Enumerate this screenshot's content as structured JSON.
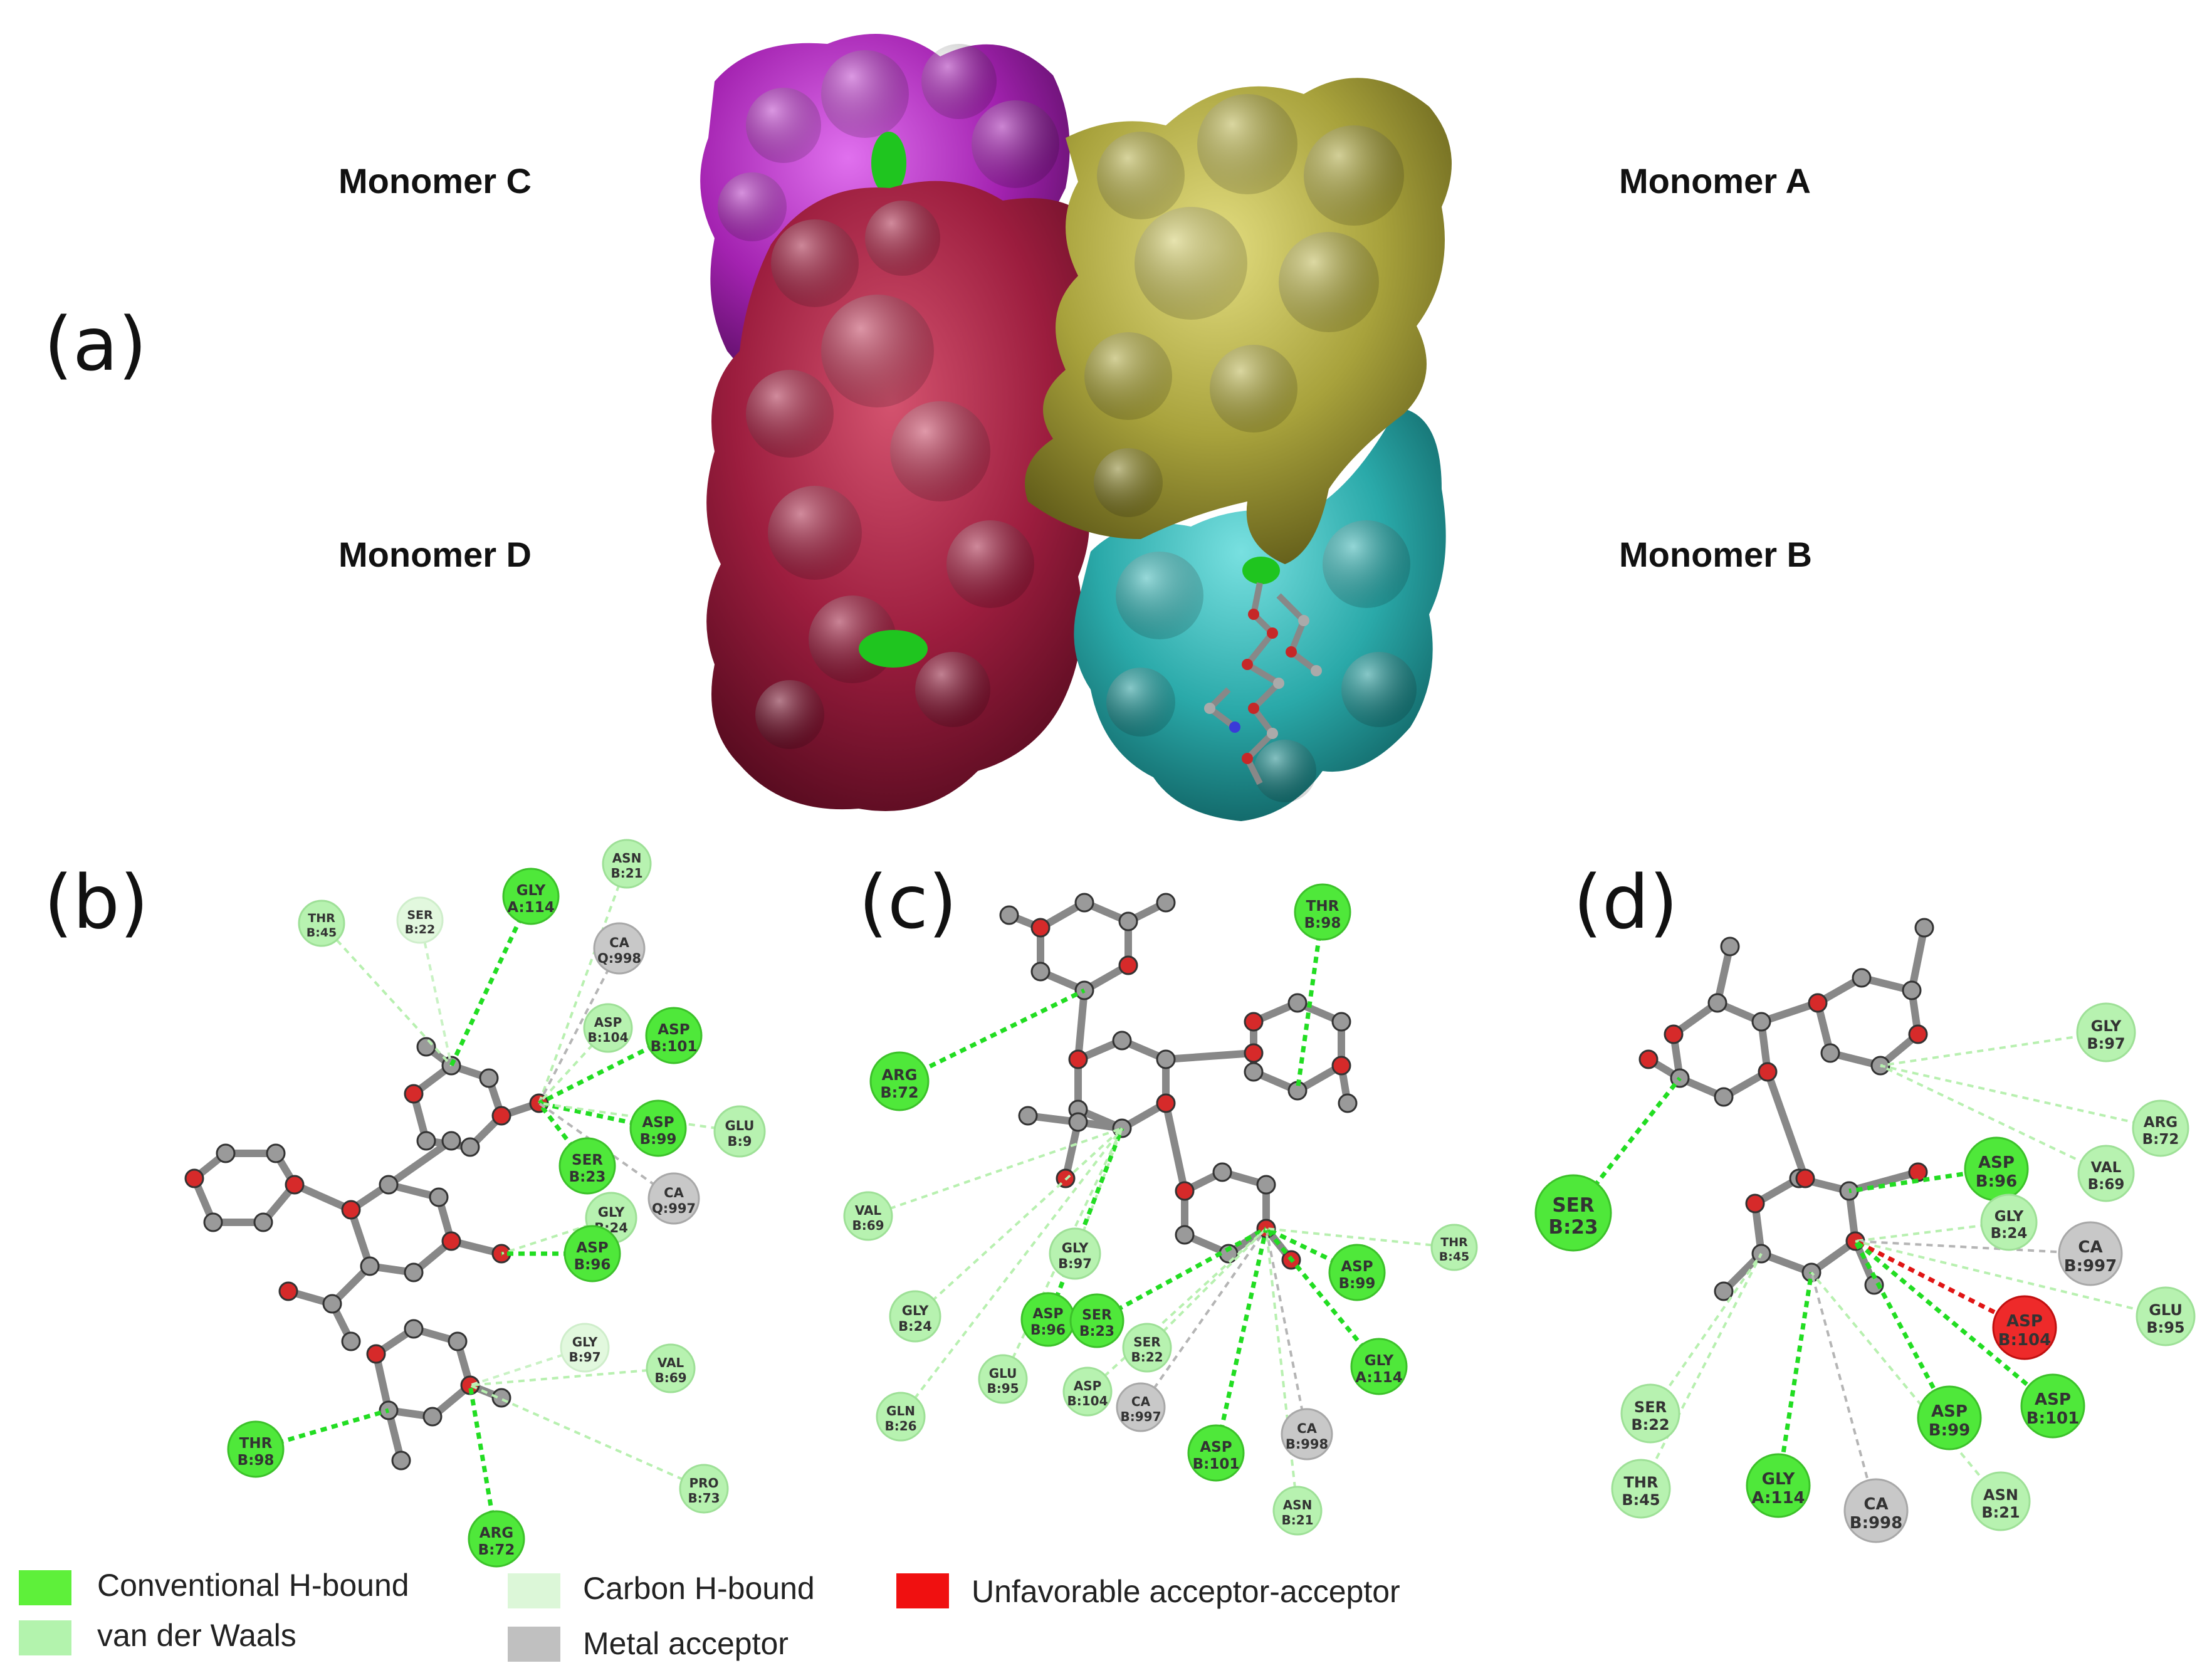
{
  "panel_a": {
    "label": "(a)",
    "monomers": {
      "c": "Monomer C",
      "a": "Monomer A",
      "d": "Monomer D",
      "b": "Monomer B"
    },
    "colors": {
      "c": "#a322b0",
      "a": "#a8a23c",
      "d": "#9c1d3e",
      "b": "#2aa9a9",
      "ligand": "#1fc51f"
    }
  },
  "panel_b": {
    "label": "(b)"
  },
  "panel_c": {
    "label": "(c)"
  },
  "panel_d": {
    "label": "(d)"
  },
  "legend": {
    "items": [
      {
        "label": "Conventional H-bound",
        "color": "#5ef03a"
      },
      {
        "label": "van der Waals",
        "color": "#b3f3ad"
      },
      {
        "label": "Carbon H-bound",
        "color": "#dcf7d8"
      },
      {
        "label": "Metal acceptor",
        "color": "#c0c0c0"
      },
      {
        "label": "Unfavorable acceptor-acceptor",
        "color": "#f01010"
      }
    ]
  },
  "residues": {
    "b": [
      {
        "l1": "ASN",
        "l2": "B:21",
        "t": "vdw"
      },
      {
        "l1": "THR",
        "l2": "B:45",
        "t": "vdw"
      },
      {
        "l1": "SER",
        "l2": "B:22",
        "t": "carbon"
      },
      {
        "l1": "GLY",
        "l2": "A:114",
        "t": "hbond"
      },
      {
        "l1": "CA",
        "l2": "Q:998",
        "t": "metal"
      },
      {
        "l1": "ASP",
        "l2": "B:104",
        "t": "vdw"
      },
      {
        "l1": "ASP",
        "l2": "B:101",
        "t": "hbond"
      },
      {
        "l1": "ASP",
        "l2": "B:99",
        "t": "hbond"
      },
      {
        "l1": "GLU",
        "l2": "B:9",
        "t": "vdw"
      },
      {
        "l1": "SER",
        "l2": "B:23",
        "t": "hbond"
      },
      {
        "l1": "CA",
        "l2": "Q:997",
        "t": "metal"
      },
      {
        "l1": "GLY",
        "l2": "B:24",
        "t": "vdw"
      },
      {
        "l1": "ASP",
        "l2": "B:96",
        "t": "hbond"
      },
      {
        "l1": "GLY",
        "l2": "B:97",
        "t": "carbon"
      },
      {
        "l1": "VAL",
        "l2": "B:69",
        "t": "vdw"
      },
      {
        "l1": "THR",
        "l2": "B:98",
        "t": "hbond"
      },
      {
        "l1": "PRO",
        "l2": "B:73",
        "t": "vdw"
      },
      {
        "l1": "ARG",
        "l2": "B:72",
        "t": "hbond"
      }
    ],
    "c": [
      {
        "l1": "THR",
        "l2": "B:98",
        "t": "hbond"
      },
      {
        "l1": "ARG",
        "l2": "B:72",
        "t": "hbond"
      },
      {
        "l1": "VAL",
        "l2": "B:69",
        "t": "vdw"
      },
      {
        "l1": "GLY",
        "l2": "B:97",
        "t": "vdw"
      },
      {
        "l1": "GLY",
        "l2": "B:24",
        "t": "vdw"
      },
      {
        "l1": "ASP",
        "l2": "B:96",
        "t": "hbond"
      },
      {
        "l1": "SER",
        "l2": "B:23",
        "t": "hbond"
      },
      {
        "l1": "SER",
        "l2": "B:22",
        "t": "vdw"
      },
      {
        "l1": "ASP",
        "l2": "B:99",
        "t": "hbond"
      },
      {
        "l1": "THR",
        "l2": "B:45",
        "t": "vdw"
      },
      {
        "l1": "GLY",
        "l2": "A:114",
        "t": "hbond"
      },
      {
        "l1": "GLU",
        "l2": "B:95",
        "t": "vdw"
      },
      {
        "l1": "ASP",
        "l2": "B:104",
        "t": "vdw"
      },
      {
        "l1": "CA",
        "l2": "B:997",
        "t": "metal"
      },
      {
        "l1": "CA",
        "l2": "B:998",
        "t": "metal"
      },
      {
        "l1": "GLN",
        "l2": "B:26",
        "t": "vdw"
      },
      {
        "l1": "ASP",
        "l2": "B:101",
        "t": "hbond"
      },
      {
        "l1": "ASN",
        "l2": "B:21",
        "t": "vdw"
      }
    ],
    "d": [
      {
        "l1": "GLY",
        "l2": "B:97",
        "t": "vdw"
      },
      {
        "l1": "ARG",
        "l2": "B:72",
        "t": "vdw"
      },
      {
        "l1": "ASP",
        "l2": "B:96",
        "t": "hbond"
      },
      {
        "l1": "VAL",
        "l2": "B:69",
        "t": "vdw"
      },
      {
        "l1": "SER",
        "l2": "B:23",
        "t": "hbond"
      },
      {
        "l1": "GLY",
        "l2": "B:24",
        "t": "vdw"
      },
      {
        "l1": "CA",
        "l2": "B:997",
        "t": "metal"
      },
      {
        "l1": "ASP",
        "l2": "B:104",
        "t": "unfav"
      },
      {
        "l1": "GLU",
        "l2": "B:95",
        "t": "vdw"
      },
      {
        "l1": "SER",
        "l2": "B:22",
        "t": "vdw"
      },
      {
        "l1": "ASP",
        "l2": "B:99",
        "t": "hbond"
      },
      {
        "l1": "ASP",
        "l2": "B:101",
        "t": "hbond"
      },
      {
        "l1": "THR",
        "l2": "B:45",
        "t": "vdw"
      },
      {
        "l1": "GLY",
        "l2": "A:114",
        "t": "hbond"
      },
      {
        "l1": "CA",
        "l2": "B:998",
        "t": "metal"
      },
      {
        "l1": "ASN",
        "l2": "B:21",
        "t": "vdw"
      }
    ]
  }
}
